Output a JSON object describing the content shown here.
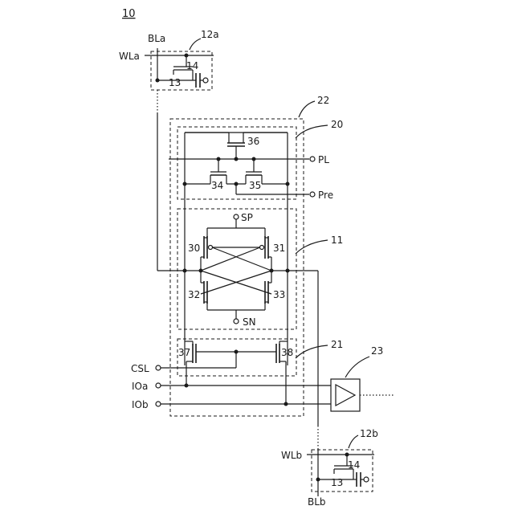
{
  "figure_number": "10",
  "cells": {
    "top": {
      "ref": "12a",
      "bitline": "BLa",
      "wordline": "WLa",
      "transistor": "13",
      "capacitor": "14"
    },
    "bottom": {
      "ref": "12b",
      "bitline": "BLb",
      "wordline": "WLb",
      "transistor": "13",
      "capacitor": "14"
    }
  },
  "blocks": {
    "sense_unit": "22",
    "precharge": "20",
    "sense_amp": "11",
    "column_select": "21",
    "io_amp": "23"
  },
  "transistors": {
    "t36": "36",
    "t34": "34",
    "t35": "35",
    "t30": "30",
    "t31": "31",
    "t32": "32",
    "t33": "33",
    "t37": "37",
    "t38": "38"
  },
  "signals": {
    "pl": "PL",
    "pre": "Pre",
    "sp": "SP",
    "sn": "SN",
    "csl": "CSL",
    "ioa": "IOa",
    "iob": "IOb"
  }
}
